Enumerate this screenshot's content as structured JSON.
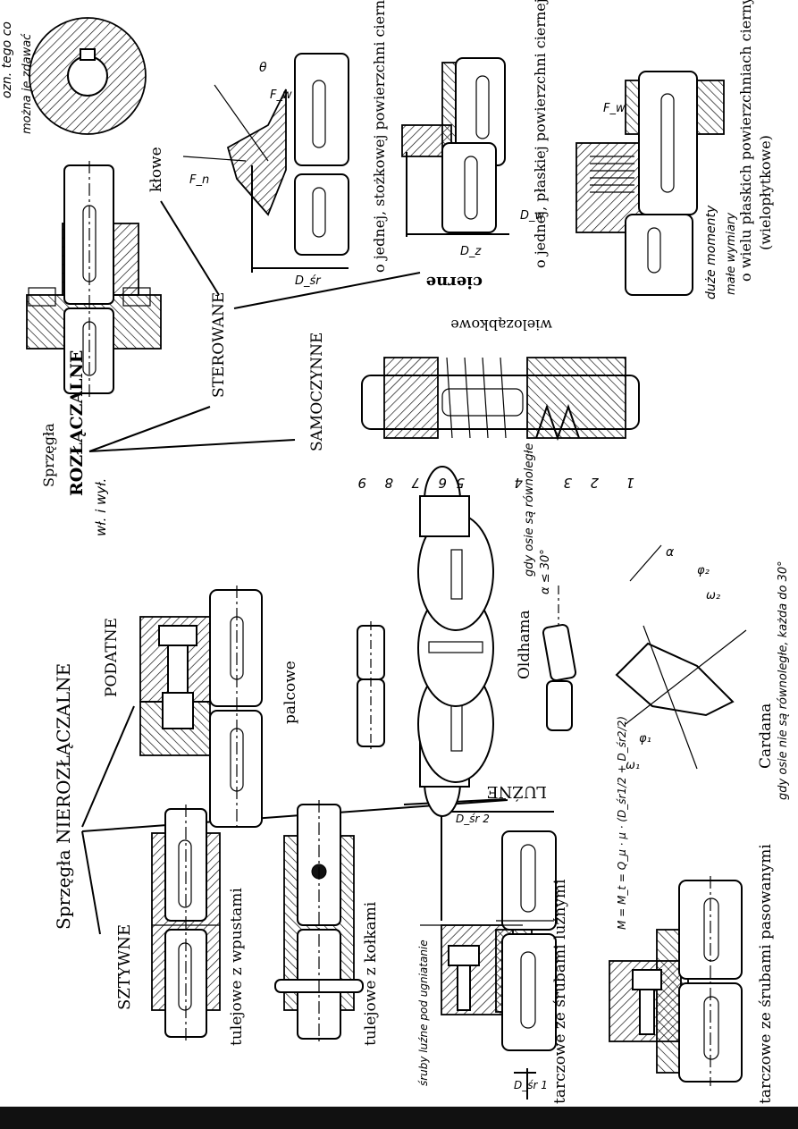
{
  "labels": {
    "title_main": "Sprzęgła NIEROZŁĄCZALNE",
    "sztywne": "SZTYWNE",
    "podatne": "PODATNE",
    "luzne": "LUŹNE",
    "tulejowe_wpust": "tulejowe z wpustami",
    "tulejowe_kolki": "tulejowe z kołkami",
    "tarczowe_luzne": "tarczowe ze śrubami luźnymi",
    "tarczowe_pasowane": "tarczowe ze śrubami pasowanymi",
    "palcowe": "palcowe",
    "oldhama": "Oldhama",
    "cardana": "Cardana",
    "title_roz_small": "Sprzęgła",
    "title_roz": "ROZŁĄCZALNE",
    "sterowane": "STEROWANE",
    "samoczynne": "SAMOCZYNNE",
    "klowe": "kłowe",
    "cierne": "cierne",
    "wielozabkowe": "wieloząbkowe",
    "stozkowa": "o jednej, stożkowej powierzchni ciernej",
    "plaska": "o jednej, płaskiej powierzchni ciernej",
    "wiele_plaskich": "o wielu płaskich powierzchniach ciernych",
    "wieloplytkowe": "(wielopłytkowe)"
  },
  "handwritten": {
    "wl_wyl": "wł. i wył.",
    "oldham_note": "gdy osie są równoległe",
    "cardan_note": "gdy osie nie są równoległe, każda do 30°",
    "alpha_limit": "α ≤ 30°",
    "duze_momenty": "duże momenty",
    "male_wymiary": "małe wymiary",
    "top_note1": "ozn. tego co",
    "top_note2": "można je zdawać",
    "screw_note": "śruby luźne pod ugniatanie",
    "moment_formula": "M = M_t = Q_μ · μ · (D_śr1/2 + D_śr2/2)"
  },
  "symbols": {
    "fw": "F_w",
    "fn": "F_n",
    "theta": "θ",
    "dsr": "D_śr",
    "dw": "D_w",
    "dz": "D_z",
    "dsr1": "D_śr 1",
    "dsr2": "D_śr 2",
    "alpha": "α",
    "omega1": "ω₁",
    "omega2": "ω₂",
    "phi1": "φ₁",
    "phi2": "φ₂"
  },
  "part_numbers": [
    "1",
    "2",
    "3",
    "4",
    "5",
    "6",
    "7",
    "8",
    "9"
  ]
}
